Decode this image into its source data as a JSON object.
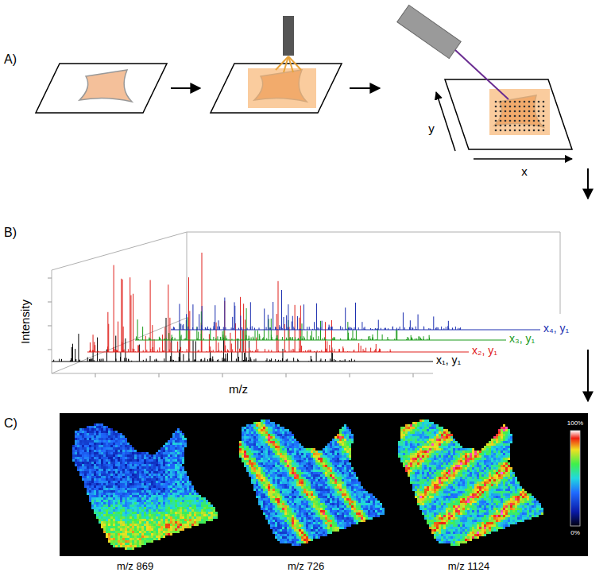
{
  "diagram": {
    "labels": [
      "A)",
      "y",
      "x",
      "B)",
      "Intensity",
      "m/z",
      "x₄, y₁",
      "x₃, y₁",
      "x₂, y₁",
      "x₁, y₁",
      "C)",
      "100%",
      "0%",
      "m/z 869",
      "m/z 726",
      "m/z 1124"
    ]
  }
}
